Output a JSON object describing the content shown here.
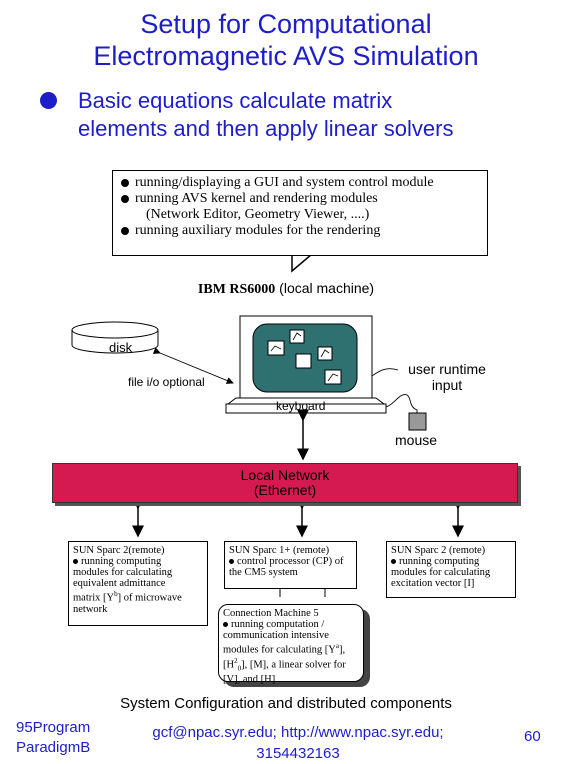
{
  "title": {
    "line1": "Setup for Computational",
    "line2": "Electromagnetic AVS Simulation"
  },
  "bullet": {
    "line1": "Basic equations calculate matrix",
    "line2": "elements and then apply linear solvers"
  },
  "callout": {
    "line1": "running/displaying a GUI and system control module",
    "line2": "running AVS kernel and rendering modules",
    "line3": "(Network Editor, Geometry Viewer, ....)",
    "line4": "running auxiliary modules for the rendering"
  },
  "machine": {
    "name": "IBM RS6000",
    "note": "(local machine)"
  },
  "labels": {
    "disk": "disk",
    "file_io": "file i/o optional",
    "user_input_1": "user runtime",
    "user_input_2": "input",
    "keyboard": "keyboard",
    "mouse": "mouse"
  },
  "network": {
    "line1": "Local Network",
    "line2": "(Ethernet)"
  },
  "nodes": {
    "left": {
      "title": "SUN Sparc 2(remote)",
      "l1": "running computing",
      "l2": "modules for calculating",
      "l3": "equivalent admittance",
      "l4": "matrix [Y",
      "l4sup": "b",
      "l4rest": "] of microwave",
      "l5": "network"
    },
    "center": {
      "title": "SUN Sparc 1+ (remote)",
      "l1": "control processor (CP) of",
      "l2": "the CM5 system"
    },
    "right": {
      "title": "SUN Sparc 2 (remote)",
      "l1": "running computing",
      "l2": "modules for calculating",
      "l3": "excitation vector [I]"
    },
    "cm5": {
      "title": "Connection Machine 5",
      "l1": "running computation /",
      "l2": "communication intensive",
      "l3": "modules for calculating  [Y",
      "l3sup": "a",
      "l3rest": "],",
      "l4": "[H",
      "l4sup": "2",
      "l4sub": "0",
      "l4rest": "], [M], a linear solver for",
      "l5": "[V], and [H]"
    }
  },
  "caption": "System Configuration and distributed components",
  "footer": {
    "left1": "95Program",
    "left2": "ParadigmB",
    "center1": "gcf@npac.syr.edu; http://www.npac.syr.edu;",
    "center2": "3154432163",
    "page": "60"
  },
  "colors": {
    "title": "#1d1dc9",
    "network": "#d41a4f",
    "screen": "#2f7171"
  }
}
